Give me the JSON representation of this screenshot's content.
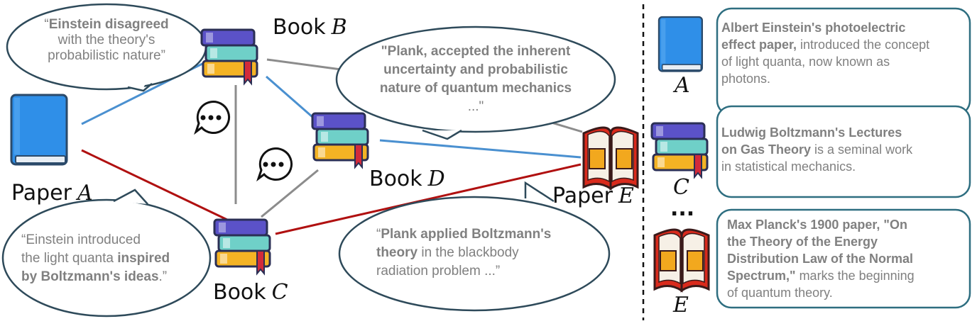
{
  "nodes": {
    "paper_a": {
      "label": "Paper",
      "var": "A"
    },
    "book_b": {
      "label": "Book",
      "var": "B"
    },
    "book_c": {
      "label": "Book",
      "var": "C"
    },
    "book_d": {
      "label": "Book",
      "var": "D"
    },
    "paper_e": {
      "label": "Paper",
      "var": "E"
    }
  },
  "bubbles": {
    "einstein_disagreed": {
      "lines": [
        [
          {
            "t": "“",
            "b": false
          },
          {
            "t": "Einstein disagreed",
            "b": true
          }
        ],
        [
          {
            "t": "with the theory's",
            "b": false
          }
        ],
        [
          {
            "t": "probabilistic nature”",
            "b": false
          }
        ]
      ]
    },
    "plank_accepted": {
      "lines": [
        [
          {
            "t": "\"Plank, accepted the inherent",
            "b": true
          }
        ],
        [
          {
            "t": "uncertainty and probabilistic",
            "b": true
          }
        ],
        [
          {
            "t": "nature of quantum mechanics",
            "b": true
          }
        ],
        [
          {
            "t": "...\"",
            "b": false
          }
        ]
      ]
    },
    "einstein_introduced": {
      "lines": [
        [
          {
            "t": "“Einstein introduced",
            "b": false
          }
        ],
        [
          {
            "t": "the light quanta ",
            "b": false
          },
          {
            "t": "inspired",
            "b": true
          }
        ],
        [
          {
            "t": "by Boltzmann's ideas",
            "b": true
          },
          {
            "t": ".”",
            "b": false
          }
        ]
      ]
    },
    "plank_applied": {
      "lines": [
        [
          {
            "t": "“",
            "b": false
          },
          {
            "t": "Plank applied Boltzmann's",
            "b": true
          }
        ],
        [
          {
            "t": "theory",
            "b": true
          },
          {
            "t": " in the blackbody",
            "b": false
          }
        ],
        [
          {
            "t": "radiation problem ...”",
            "b": false
          }
        ]
      ]
    }
  },
  "legend": {
    "items": [
      {
        "var": "A",
        "icon": "blue-book-icon",
        "lines": [
          [
            {
              "t": "Albert Einstein's photoelectric",
              "b": true
            }
          ],
          [
            {
              "t": "effect paper,",
              "b": true
            },
            {
              "t": " introduced the concept",
              "b": false
            }
          ],
          [
            {
              "t": "of light quanta, now known as",
              "b": false
            }
          ],
          [
            {
              "t": "photons.",
              "b": false
            }
          ]
        ]
      },
      {
        "var": "C",
        "icon": "book-stack-icon",
        "lines": [
          [
            {
              "t": "Ludwig Boltzmann's Lectures",
              "b": true
            }
          ],
          [
            {
              "t": "on Gas Theory",
              "b": true
            },
            {
              "t": " is a seminal work",
              "b": false
            }
          ],
          [
            {
              "t": "in statistical mechanics.",
              "b": false
            }
          ]
        ]
      },
      {
        "var": "E",
        "icon": "open-red-book-icon",
        "lines": [
          [
            {
              "t": "Max Planck's 1900 paper, \"On",
              "b": true
            }
          ],
          [
            {
              "t": "the Theory of the Energy",
              "b": true
            }
          ],
          [
            {
              "t": "Distribution Law of the Normal",
              "b": true
            }
          ],
          [
            {
              "t": "Spectrum,\"",
              "b": true
            },
            {
              "t": " marks the beginning",
              "b": false
            }
          ],
          [
            {
              "t": "of quantum theory.",
              "b": false
            }
          ]
        ]
      }
    ],
    "ellipsis": "..."
  },
  "colors": {
    "blue_edge": "#4a90d0",
    "red_edge": "#b01010",
    "gray_edge": "#8c8c8c",
    "card_border": "#2e6e80",
    "bubble_border": "#2e4a5a"
  }
}
